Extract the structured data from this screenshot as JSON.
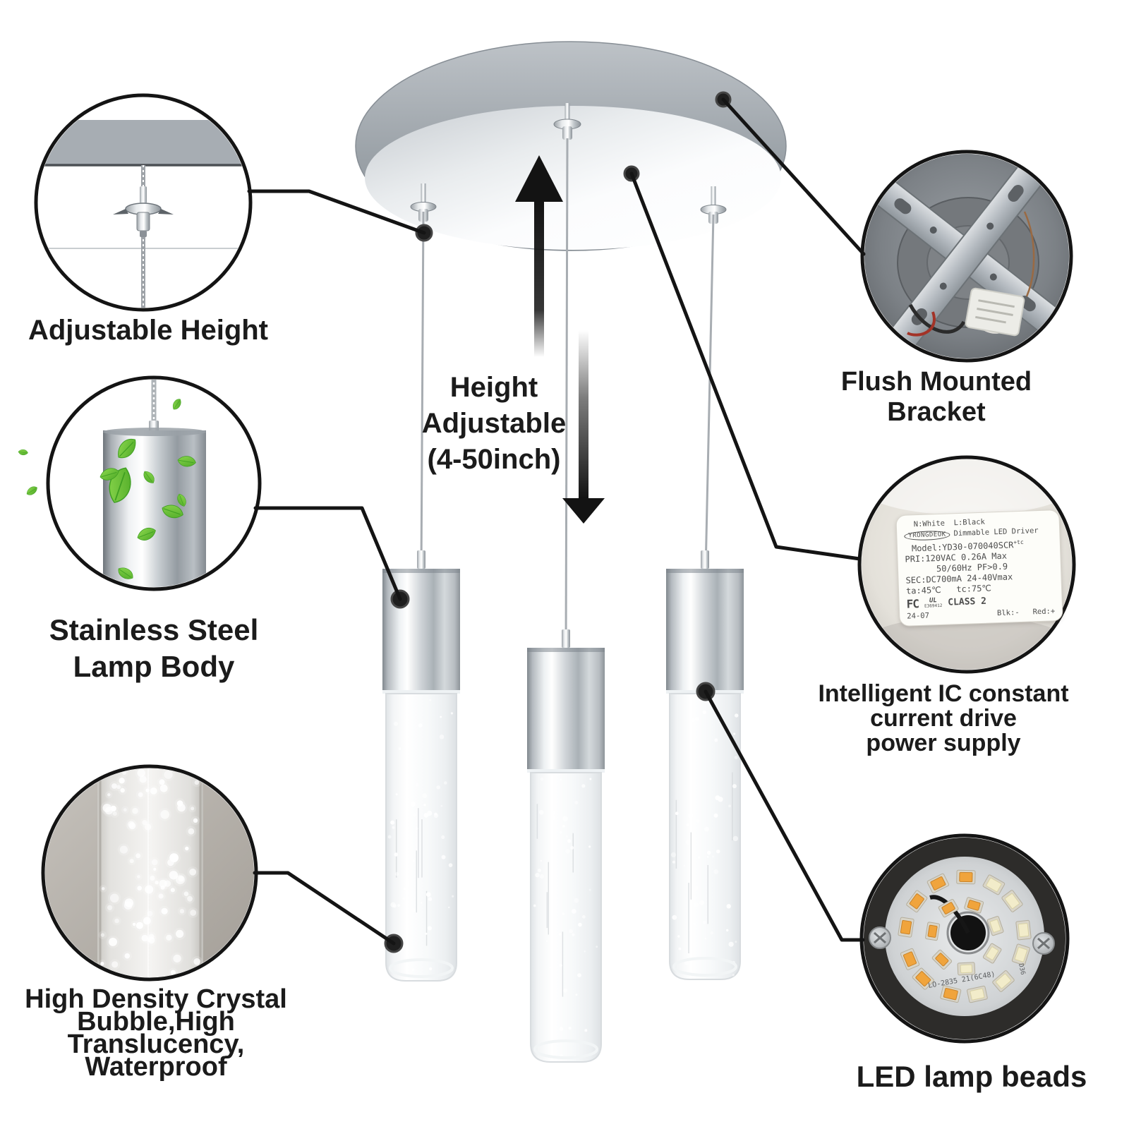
{
  "figure_subject": "LED crystal bubble 3-light pendant fixture feature diagram",
  "callouts": {
    "adjustable_height": {
      "label": "Adjustable Height"
    },
    "flush_bracket": {
      "label": "Flush Mounted Bracket"
    },
    "driver": {
      "label_lines": [
        "Intelligent IC constant",
        "current drive",
        "power supply"
      ]
    },
    "stainless": {
      "label_lines": [
        "Stainless Steel",
        "Lamp Body"
      ]
    },
    "crystal": {
      "label_lines": [
        "High Density Crystal",
        "Bubble,High",
        "Translucency,",
        "Waterproof"
      ]
    },
    "led_beads": {
      "label": "LED lamp beads"
    }
  },
  "center_note": {
    "lines": [
      "Height",
      "Adjustable",
      "(4-50inch)"
    ]
  },
  "driver_label": {
    "wires": "N:White  L:Black",
    "brand": "YRONGDEOK",
    "product": "Dimmable LED Driver",
    "model": "Model:YD30-070040SCR",
    "model_sup": "+tc",
    "primary": "PRI:120VAC 0.26A Max",
    "frequency": "50/60Hz PF>0.9",
    "secondary": "SEC:DC700mA 24-40Vmax",
    "temps": "ta:45℃   tc:75℃",
    "fcc": "FC",
    "ul_number": "E369412",
    "class": "CLASS 2",
    "date_code": "24-07",
    "polarity": "Blk:-   Red:+"
  },
  "pcb": {
    "marking": "LO-2835 21(6C48)",
    "marking2": "D36",
    "led_amber": "#f0a43c",
    "led_amber_dark": "#c9832a",
    "led_pale": "#f2ecca",
    "led_pale_dark": "#d8d1a6",
    "outer_count": 13,
    "inner_count": 7
  },
  "decor": {
    "tube_sparkle_count": 46,
    "zoom_sparkle_count": 82,
    "leaf_color_light": "#8ed94f",
    "leaf_color_dark": "#4ca825"
  },
  "colors": {
    "line": "#141414",
    "text": "#1b1b1b",
    "canopy_gray": "#a9b0b6",
    "cable": "#a8adb2",
    "chrome_mid": "#c9ced2"
  }
}
